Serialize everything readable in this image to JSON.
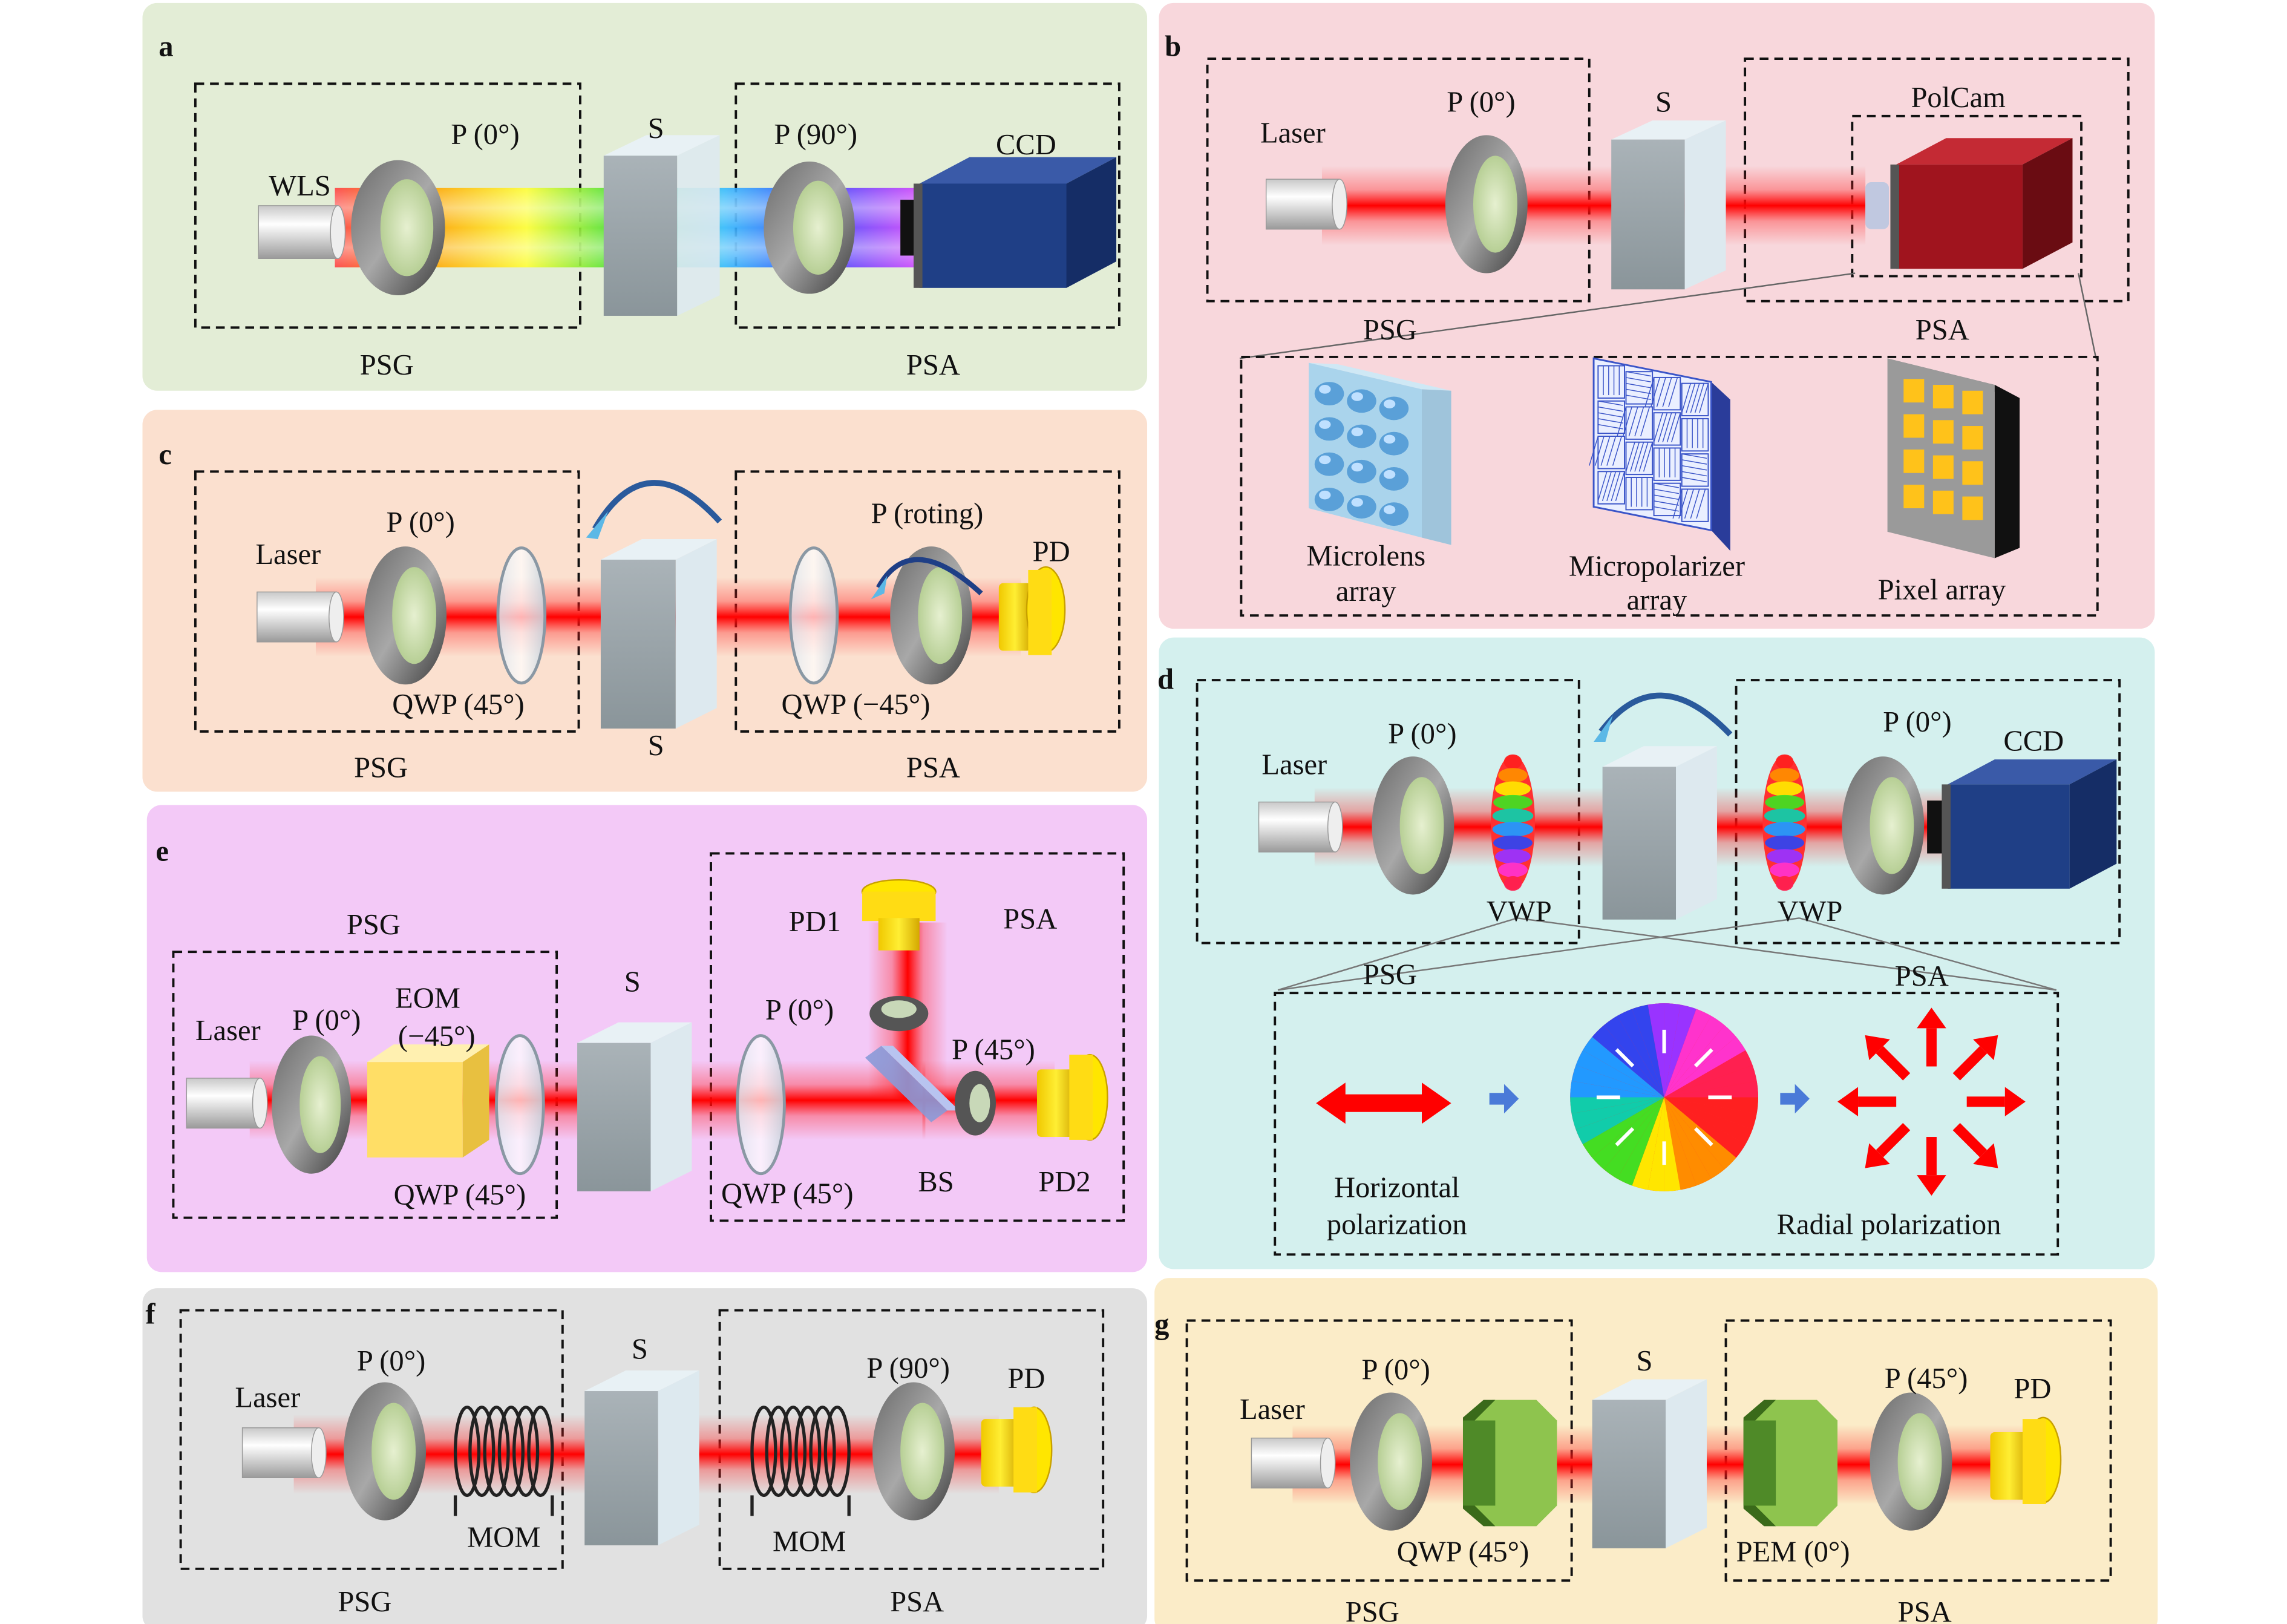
{
  "panels": {
    "a": {
      "letter": "a",
      "labels": {
        "source": "WLS",
        "polarizer1": "P (0°)",
        "sample": "S",
        "polarizer2": "P (90°)",
        "detector": "CCD",
        "psg": "PSG",
        "psa": "PSA"
      }
    },
    "b": {
      "letter": "b",
      "labels": {
        "source": "Laser",
        "polarizer": "P (0°)",
        "sample": "S",
        "camera": "PolCam",
        "psg": "PSG",
        "psa": "PSA",
        "microlens": [
          "Microlens",
          "array"
        ],
        "micropolarizer": [
          "Micropolarizer",
          "array"
        ],
        "pixel": "Pixel array"
      }
    },
    "c": {
      "letter": "c",
      "labels": {
        "source": "Laser",
        "polarizer1": "P (0°)",
        "qwp1": "QWP (45°)",
        "sample": "S",
        "polarizer2": "P (roting)",
        "qwp2": "QWP (−45°)",
        "detector": "PD",
        "psg": "PSG",
        "psa": "PSA"
      }
    },
    "d": {
      "letter": "d",
      "labels": {
        "source": "Laser",
        "polarizer1": "P (0°)",
        "vwp1": "VWP",
        "polarizer2": "P (0°)",
        "vwp2": "VWP",
        "detector": "CCD",
        "psg": "PSG",
        "psa": "PSA",
        "horizontal": [
          "Horizontal",
          "polarization"
        ],
        "radial": "Radial polarization"
      }
    },
    "e": {
      "letter": "e",
      "labels": {
        "psg": "PSG",
        "source": "Laser",
        "polarizer1": "P (0°)",
        "eom": [
          "EOM",
          "(−45°)"
        ],
        "qwp1": "QWP (45°)",
        "sample": "S",
        "pd1": "PD1",
        "psa": "PSA",
        "polarizer2": "P (0°)",
        "polarizer3": "P (45°)",
        "qwp2": "QWP (45°)",
        "bs": "BS",
        "pd2": "PD2"
      }
    },
    "f": {
      "letter": "f",
      "labels": {
        "source": "Laser",
        "polarizer1": "P (0°)",
        "mom1": "MOM",
        "sample": "S",
        "mom2": "MOM",
        "polarizer2": "P (90°)",
        "detector": "PD",
        "psg": "PSG",
        "psa": "PSA"
      }
    },
    "g": {
      "letter": "g",
      "labels": {
        "source": "Laser",
        "polarizer1": "P (0°)",
        "qwp": "QWP (45°)",
        "sample": "S",
        "pem": "PEM (0°)",
        "polarizer2": "P (45°)",
        "detector": "PD",
        "psg": "PSG",
        "psa": "PSA"
      }
    }
  },
  "colors": {
    "panel_a": "#e3edd6",
    "panel_b": "#f8d7dc",
    "panel_c": "#fbe0cf",
    "panel_d": "#d4f0ee",
    "panel_e": "#f3c9f7",
    "panel_f": "#e1e1e1",
    "panel_g": "#fbecc8",
    "beam": "#ff1a1a",
    "ccd": "#1f3f86",
    "polcam": "#a0141e",
    "detector": "#ffe600",
    "eom": "#ffde66",
    "green_crystal": "#7ab43a"
  }
}
